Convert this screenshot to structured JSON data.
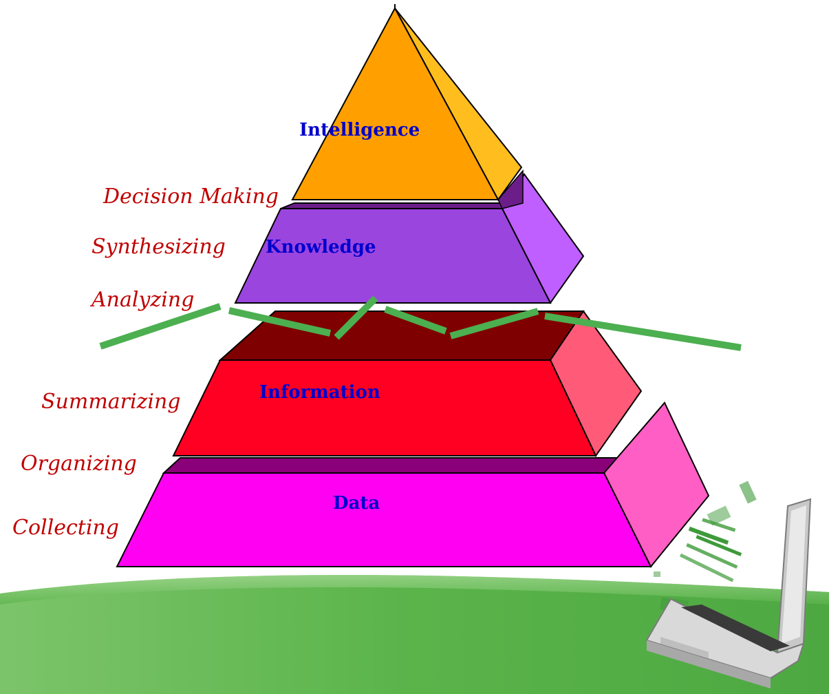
{
  "colors": {
    "apex_front": "#FFA000",
    "apex_side": "#FFBE1E",
    "knowledge_front": "#9B45DF",
    "knowledge_side": "#BF5FFF",
    "knowledge_top": "#6B1E8A",
    "information_front": "#FF0022",
    "information_side": "#FF5A78",
    "information_top": "#7F0000",
    "data_front": "#FF00F2",
    "data_side": "#FF5EC4",
    "data_top": "#8A0078",
    "layer_text": "#0000CC",
    "process_text": "#C00000",
    "divider": "#4CAF50",
    "footer_green": "#5AB44A"
  },
  "layers": {
    "intelligence": "Intelligence",
    "knowledge": "Knowledge",
    "information": "Information",
    "data": "Data"
  },
  "processes": {
    "decision_making": "Decision Making",
    "synthesizing": "Synthesizing",
    "analyzing": "Analyzing",
    "summarizing": "Summarizing",
    "organizing": "Organizing",
    "collecting": "Collecting"
  }
}
